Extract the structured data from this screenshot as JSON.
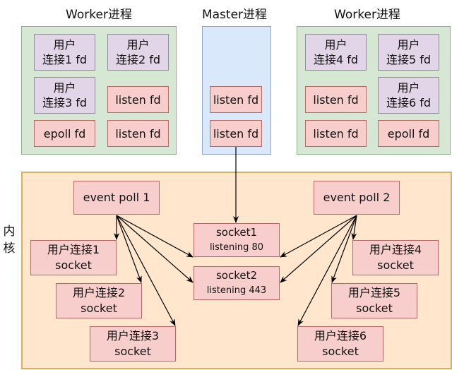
{
  "workers": [
    {
      "title": "Worker进程",
      "boxes": [
        {
          "line1": "用户",
          "line2": "连接1 fd",
          "type": "conn"
        },
        {
          "line1": "用户",
          "line2": "连接2 fd",
          "type": "conn"
        },
        {
          "line1": "用户",
          "line2": "连接3 fd",
          "type": "conn"
        },
        {
          "line1": "listen fd",
          "line2": "",
          "type": "fd"
        },
        {
          "line1": "epoll fd",
          "line2": "",
          "type": "fd"
        },
        {
          "line1": "listen fd",
          "line2": "",
          "type": "fd"
        }
      ]
    },
    {
      "title": "Worker进程",
      "boxes": [
        {
          "line1": "用户",
          "line2": "连接4 fd",
          "type": "conn"
        },
        {
          "line1": "用户",
          "line2": "连接5 fd",
          "type": "conn"
        },
        {
          "line1": "listen fd",
          "line2": "",
          "type": "fd"
        },
        {
          "line1": "用户",
          "line2": "连接6 fd",
          "type": "conn"
        },
        {
          "line1": "listen fd",
          "line2": "",
          "type": "fd"
        },
        {
          "line1": "epoll fd",
          "line2": "",
          "type": "fd"
        }
      ]
    }
  ],
  "master": {
    "title": "Master进程",
    "boxes": [
      "listen fd",
      "listen fd"
    ]
  },
  "kernel": {
    "label_line1": "内",
    "label_line2": "核",
    "event_polls": [
      "event poll 1",
      "event poll 2"
    ],
    "sockets": [
      {
        "name": "socket1",
        "detail": "listening 80"
      },
      {
        "name": "socket2",
        "detail": "listening 443"
      }
    ],
    "connections": [
      {
        "line1": "用户连接1",
        "line2": "socket"
      },
      {
        "line1": "用户连接2",
        "line2": "socket"
      },
      {
        "line1": "用户连接3",
        "line2": "socket"
      },
      {
        "line1": "用户连接4",
        "line2": "socket"
      },
      {
        "line1": "用户连接5",
        "line2": "socket"
      },
      {
        "line1": "用户连接6",
        "line2": "socket"
      }
    ]
  },
  "colors": {
    "worker_bg": "#d6e8d4",
    "master_bg": "#dae8fc",
    "kernel_bg": "#ffe6cc",
    "fd_bg": "#f8cecc",
    "conn_fd_bg": "#e1d5e7"
  }
}
